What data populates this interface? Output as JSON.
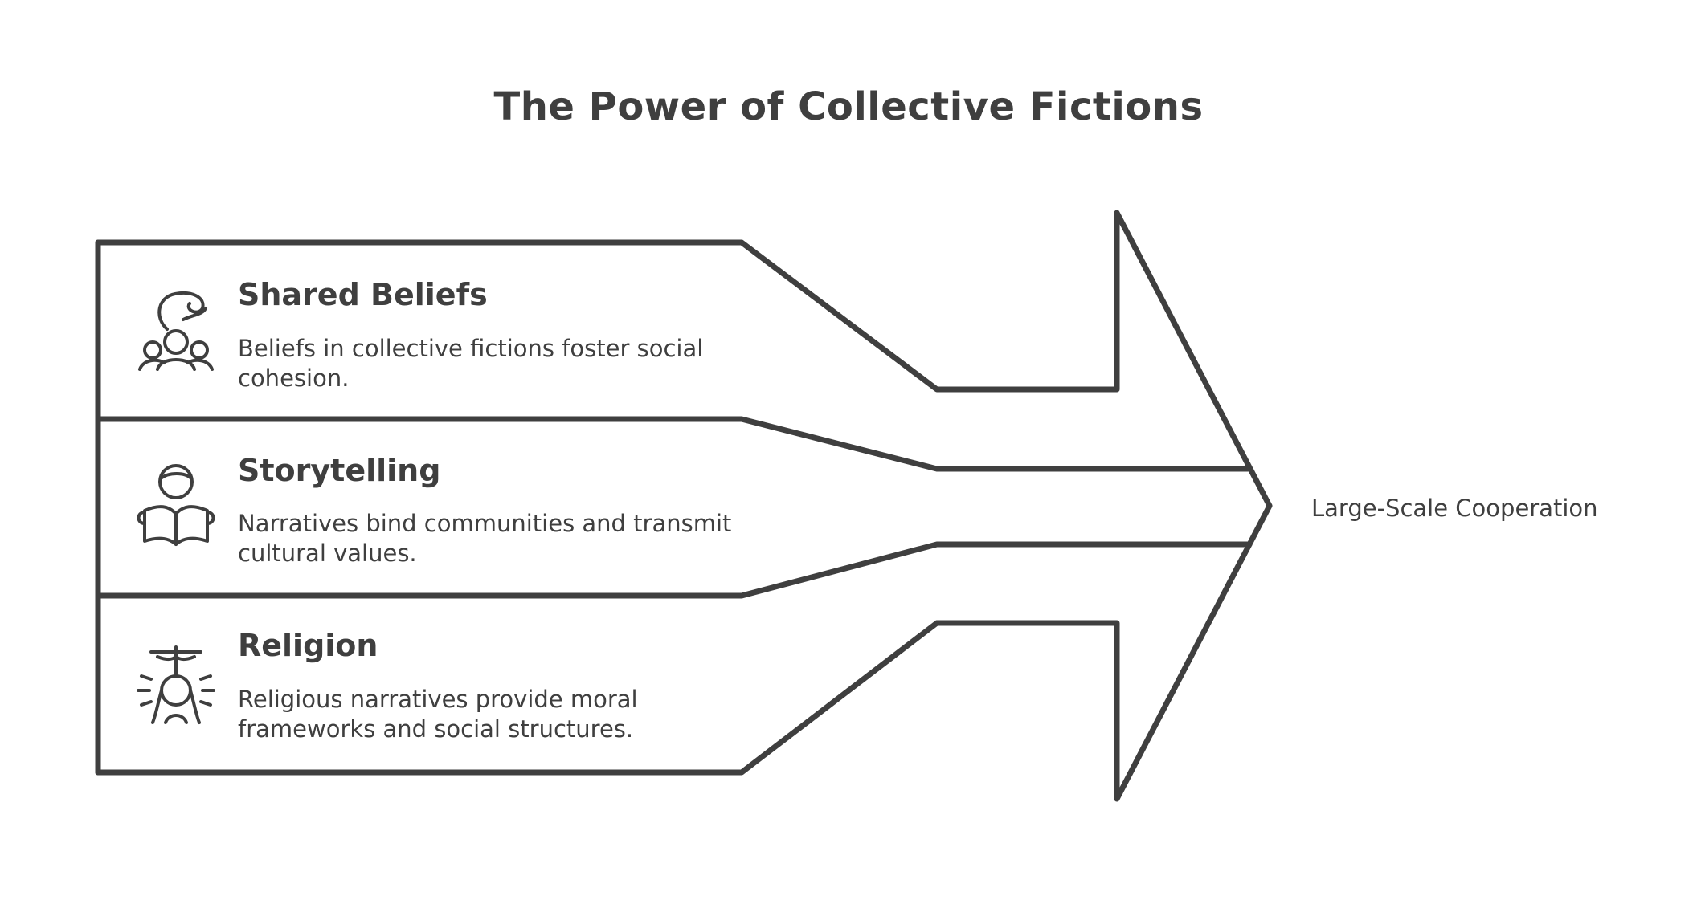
{
  "title": "The Power of Collective Fictions",
  "items": [
    {
      "title": "Shared Beliefs",
      "description": "Beliefs in collective fictions foster social cohesion.",
      "icon": "group-thought-icon"
    },
    {
      "title": "Storytelling",
      "description": "Narratives bind communities and transmit cultural values.",
      "icon": "person-reading-book-icon"
    },
    {
      "title": "Religion",
      "description": "Religious narratives provide moral frameworks and social structures.",
      "icon": "religious-figure-icon"
    }
  ],
  "outcome": "Large-Scale Cooperation",
  "colors": {
    "stroke": "#3f3f3f",
    "background": "#ffffff",
    "text": "#3f3f3f"
  }
}
